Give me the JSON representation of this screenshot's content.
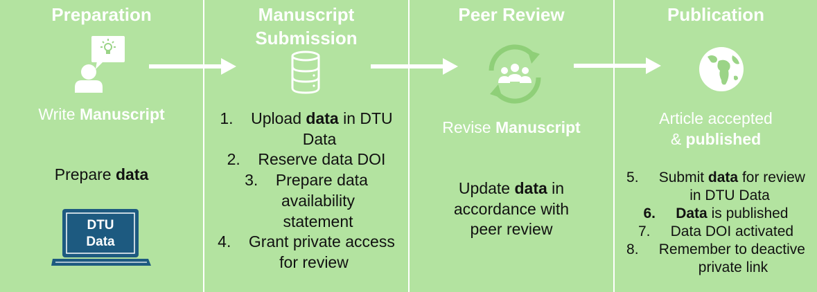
{
  "stages": [
    {
      "title": "Preparation",
      "action_prefix": "Write ",
      "action_bold": "Manuscript",
      "body_prefix": "Prepare ",
      "body_bold": "data",
      "laptop_line1": "DTU",
      "laptop_line2": "Data"
    },
    {
      "title_line1": "Manuscript",
      "title_line2": "Submission",
      "steps": [
        {
          "num": "1.",
          "parts": [
            [
              "Upload ",
              false
            ],
            [
              "data",
              true
            ],
            [
              " in DTU",
              false
            ]
          ],
          "cont": "Data"
        },
        {
          "num": "2.",
          "parts": [
            [
              "Reserve data DOI",
              false
            ]
          ]
        },
        {
          "num": "3.",
          "parts": [
            [
              "Prepare data",
              false
            ]
          ],
          "cont": "availability",
          "cont2": "statement"
        },
        {
          "num": "4.",
          "parts": [
            [
              "Grant private access",
              false
            ]
          ],
          "cont": "for review"
        }
      ]
    },
    {
      "title": "Peer Review",
      "action_prefix": "Revise ",
      "action_bold": "Manuscript",
      "body_line1_prefix": "Update ",
      "body_line1_bold": "data",
      "body_line1_suffix": " in",
      "body_line2": "accordance with",
      "body_line3": "peer review"
    },
    {
      "title": "Publication",
      "action_line1": "Article accepted",
      "action_line2_prefix": "& ",
      "action_line2_bold": "published",
      "steps": [
        {
          "num": "5.",
          "bold_num": false,
          "parts": [
            [
              "Submit ",
              false
            ],
            [
              "data",
              true
            ],
            [
              " for review",
              false
            ]
          ],
          "cont": "in DTU Data"
        },
        {
          "num": "6.",
          "bold_num": true,
          "parts": [
            [
              "Data",
              true
            ],
            [
              " is published",
              false
            ]
          ]
        },
        {
          "num": "7.",
          "bold_num": false,
          "parts": [
            [
              "Data DOI activated",
              false
            ]
          ]
        },
        {
          "num": "8.",
          "bold_num": false,
          "parts": [
            [
              "Remember to deactive",
              false
            ]
          ],
          "cont": "private link"
        }
      ]
    }
  ],
  "colors": {
    "background": "#b3e3a0",
    "white": "#ffffff",
    "laptop_blue": "#1d5a80",
    "text": "#111111"
  },
  "icons": [
    "user-idea-icon",
    "database-icon",
    "peer-review-cycle-icon",
    "globe-icon",
    "laptop-icon"
  ]
}
